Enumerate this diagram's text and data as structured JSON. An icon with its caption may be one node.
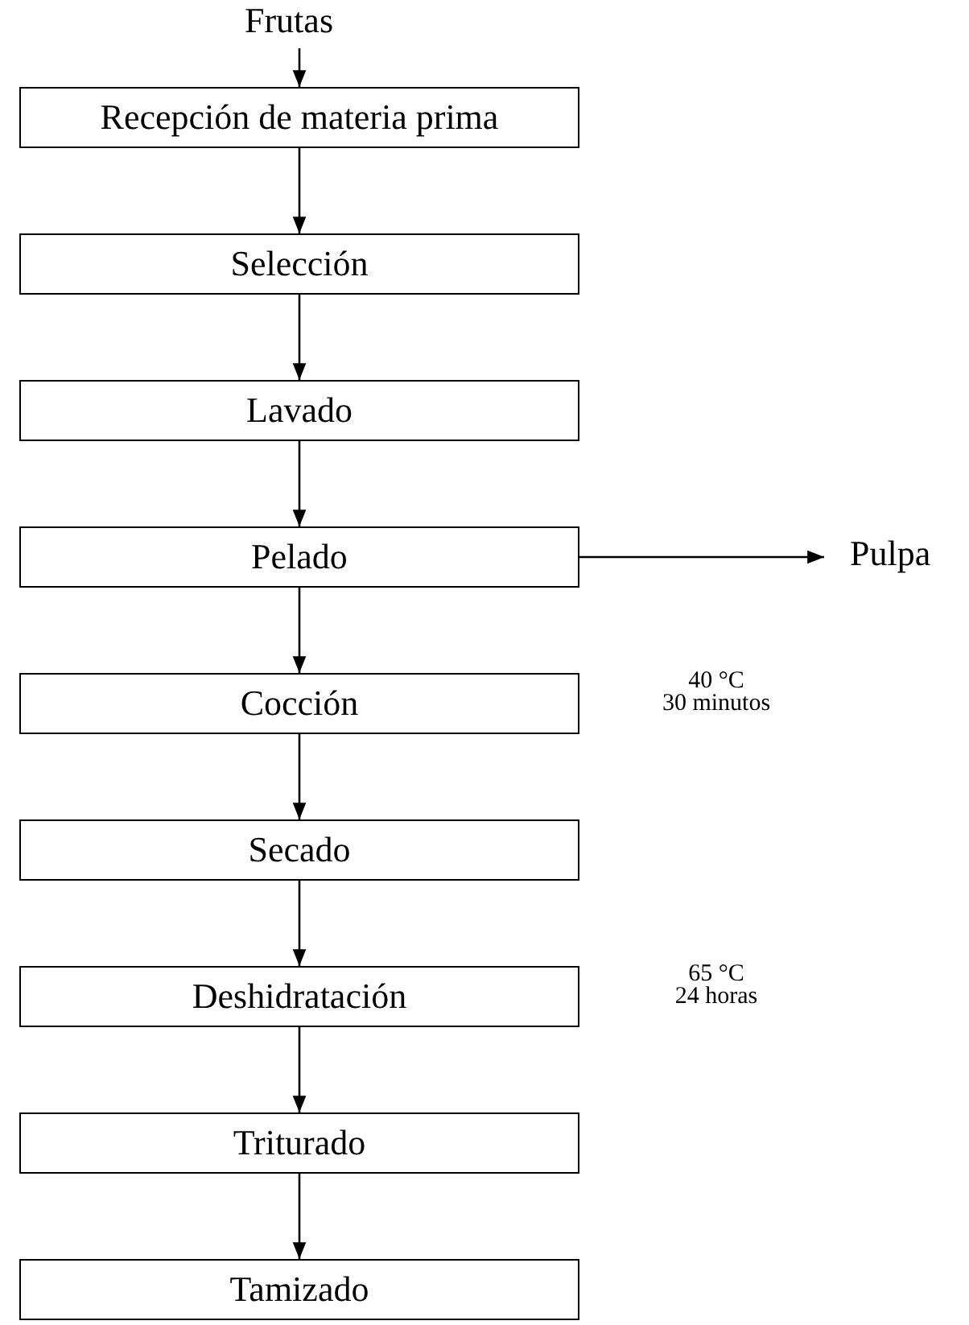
{
  "diagram": {
    "nodes": [
      {
        "text": [
          "Frutas"
        ]
      },
      {
        "text": [
          "Recepción de materia prima"
        ]
      },
      {
        "text": [
          "Selección"
        ]
      },
      {
        "text": [
          "Lavado"
        ]
      },
      {
        "text": [
          "Pelado"
        ]
      },
      {
        "text": [
          "Cocción"
        ],
        "beside": [
          "40 °C",
          "30 minutos"
        ]
      },
      {
        "text": [
          "Secado"
        ]
      },
      {
        "text": [
          "Deshidratación"
        ],
        "beside": [
          "65 °C",
          "24 horas"
        ]
      },
      {
        "text": [
          "Triturado"
        ]
      },
      {
        "text": [
          "Tamizado"
        ]
      },
      {
        "text": [
          "Pulpa"
        ]
      }
    ],
    "edges": [
      {
        "from": 0,
        "to": 1,
        "arrow": "to"
      },
      {
        "from": 1,
        "to": 2,
        "arrow": "to"
      },
      {
        "from": 2,
        "to": 3,
        "arrow": "to"
      },
      {
        "from": 3,
        "to": 4,
        "arrow": "to"
      },
      {
        "from": 4,
        "to": 5,
        "arrow": "to"
      },
      {
        "from": 5,
        "to": 6,
        "arrow": "to"
      },
      {
        "from": 6,
        "to": 7,
        "arrow": "to"
      },
      {
        "from": 7,
        "to": 8,
        "arrow": "to"
      },
      {
        "from": 8,
        "to": 9,
        "arrow": "to"
      },
      {
        "from": 4,
        "to": 10,
        "arrow": "to"
      }
    ]
  }
}
